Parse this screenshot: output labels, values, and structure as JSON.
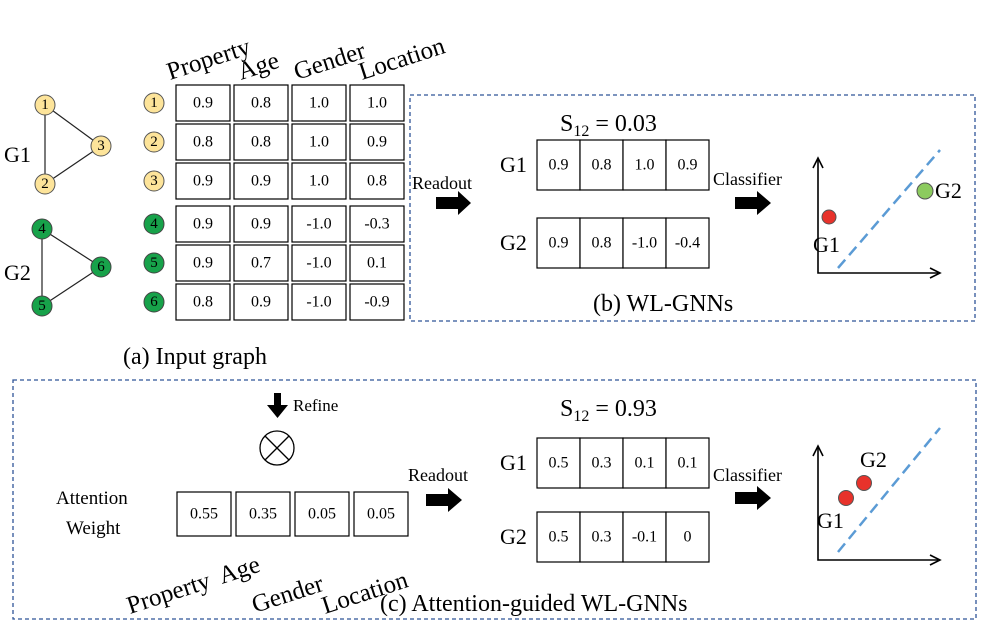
{
  "table_a": {
    "headers": [
      "Property",
      "Age",
      "Gender",
      "Location"
    ],
    "rows": [
      {
        "node": "1",
        "values": [
          "0.9",
          "0.8",
          "1.0",
          "1.0"
        ]
      },
      {
        "node": "2",
        "values": [
          "0.8",
          "0.8",
          "1.0",
          "0.9"
        ]
      },
      {
        "node": "3",
        "values": [
          "0.9",
          "0.9",
          "1.0",
          "0.8"
        ]
      },
      {
        "node": "4",
        "values": [
          "0.9",
          "0.9",
          "-1.0",
          "-0.3"
        ]
      },
      {
        "node": "5",
        "values": [
          "0.9",
          "0.7",
          "-1.0",
          "0.1"
        ]
      },
      {
        "node": "6",
        "values": [
          "0.8",
          "0.9",
          "-1.0",
          "-0.9"
        ]
      }
    ]
  },
  "graphs": {
    "g1_label": "G1",
    "g2_label": "G2",
    "g1_nodes": [
      "1",
      "2",
      "3"
    ],
    "g2_nodes": [
      "4",
      "5",
      "6"
    ],
    "node_colors": {
      "g1": "#fde49a",
      "g2": "#17a24a"
    }
  },
  "caption_a": "(a) Input graph",
  "panel_b": {
    "similarity_prefix": "S",
    "similarity_sub": "12",
    "similarity_value": " = 0.03",
    "readout_label": "Readout",
    "classifier_label": "Classifier",
    "g1_label": "G1",
    "g2_label": "G2",
    "g1_vector": [
      "0.9",
      "0.8",
      "1.0",
      "0.9"
    ],
    "g2_vector": [
      "0.9",
      "0.8",
      "-1.0",
      "-0.4"
    ],
    "plot_g1_label": "G1",
    "plot_g2_label": "G2",
    "caption": "(b) WL-GNNs",
    "colors": {
      "g1_point": "#e8322b",
      "g2_point": "#8ccb5e",
      "divider": "#5b9bd5",
      "frame": "#2f5597"
    }
  },
  "panel_c": {
    "refine_label": "Refine",
    "attention_label_line1": "Attention",
    "attention_label_line2": "Weight",
    "weights": [
      "0.55",
      "0.35",
      "0.05",
      "0.05"
    ],
    "weight_headers": [
      "Property",
      "Age",
      "Gender",
      "Location"
    ],
    "similarity_prefix": "S",
    "similarity_sub": "12",
    "similarity_value": " = 0.93",
    "readout_label": "Readout",
    "classifier_label": "Classifier",
    "g1_label": "G1",
    "g2_label": "G2",
    "g1_vector": [
      "0.5",
      "0.3",
      "0.1",
      "0.1"
    ],
    "g2_vector": [
      "0.5",
      "0.3",
      "-0.1",
      "0"
    ],
    "plot_g1_label": "G1",
    "plot_g2_label": "G2",
    "caption": "(c) Attention-guided WL-GNNs",
    "colors": {
      "point": "#e8322b",
      "divider": "#5b9bd5",
      "frame": "#2f5597"
    }
  }
}
